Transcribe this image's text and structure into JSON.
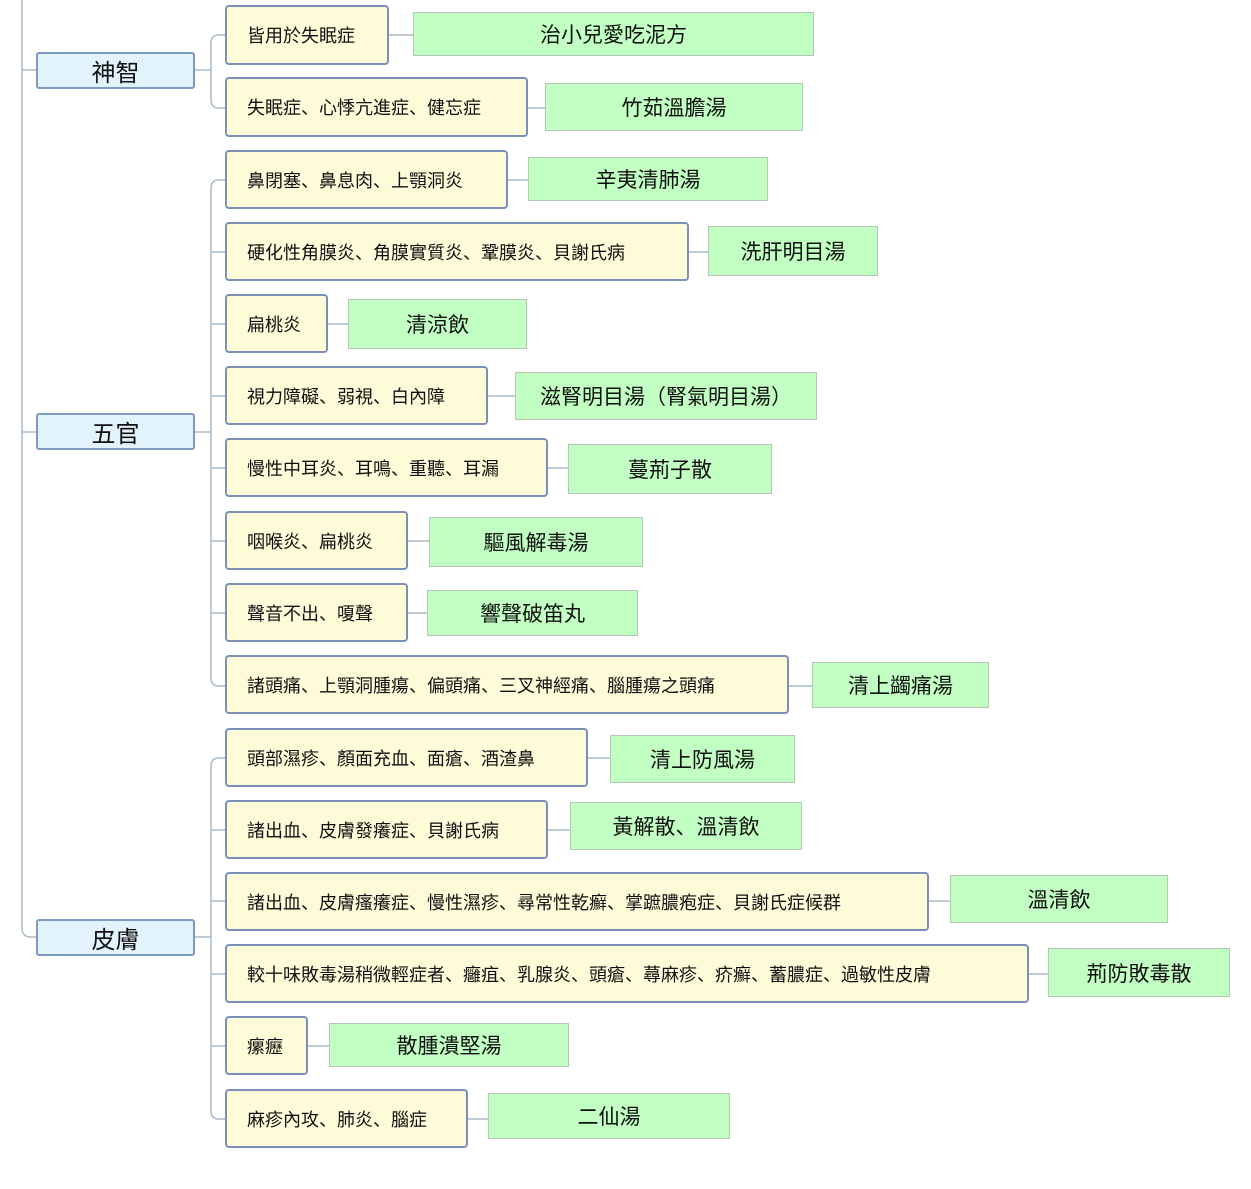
{
  "categories": [
    {
      "name": "神智",
      "items": [
        {
          "condition": "皆用於失眠症",
          "formula": "治小兒愛吃泥方"
        },
        {
          "condition": "失眠症、心悸亢進症、健忘症",
          "formula": "竹茹溫膽湯"
        }
      ]
    },
    {
      "name": "五官",
      "items": [
        {
          "condition": "鼻閉塞、鼻息肉、上顎洞炎",
          "formula": "辛夷清肺湯"
        },
        {
          "condition": "硬化性角膜炎、角膜實質炎、鞏膜炎、貝謝氏病",
          "formula": "洗肝明目湯"
        },
        {
          "condition": "扁桃炎",
          "formula": "清涼飲"
        },
        {
          "condition": "視力障礙、弱視、白內障",
          "formula": "滋腎明目湯（腎氣明目湯）"
        },
        {
          "condition": "慢性中耳炎、耳鳴、重聽、耳漏",
          "formula": "蔓荊子散"
        },
        {
          "condition": "咽喉炎、扁桃炎",
          "formula": "驅風解毒湯"
        },
        {
          "condition": "聲音不出、嗄聲",
          "formula": "響聲破笛丸"
        },
        {
          "condition": "諸頭痛、上顎洞腫瘍、偏頭痛、三叉神經痛、腦腫瘍之頭痛",
          "formula": "清上蠲痛湯"
        }
      ]
    },
    {
      "name": "皮膚",
      "items": [
        {
          "condition": "頭部濕疹、顏面充血、面瘡、酒渣鼻",
          "formula": "清上防風湯"
        },
        {
          "condition": "諸出血、皮膚發癢症、貝謝氏病",
          "formula": "黃解散、溫清飲"
        },
        {
          "condition": "諸出血、皮膚瘙癢症、慢性濕疹、尋常性乾癬、掌蹠膿疱症、貝謝氏症候群",
          "formula": "溫清飲"
        },
        {
          "condition": "較十味敗毒湯稍微輕症者、癰疽、乳腺炎、頭瘡、蕁麻疹、疥癬、蓄膿症、過敏性皮膚",
          "formula": "荊防敗毒散"
        },
        {
          "condition": "瘰癧",
          "formula": "散腫潰堅湯"
        },
        {
          "condition": "麻疹內攻、肺炎、腦症",
          "formula": "二仙湯"
        }
      ]
    }
  ]
}
